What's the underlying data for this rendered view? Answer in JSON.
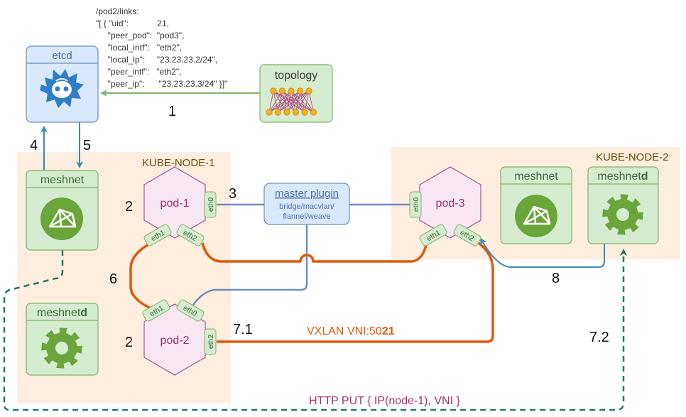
{
  "annotation": {
    "links_json": [
      "/pod2/links:",
      "\"[ { \"uid\":            21,",
      "     \"peer_pod\":  \"pod3\",",
      "     \"local_intf\":   \"eth2\",",
      "     \"local_ip\":     \"23.23.23.2/24\",",
      "     \"peer_intf\":   \"eth2\",",
      "     \"peer_ip\":      \"23.23.23.3/24\" }]\""
    ]
  },
  "etcd": {
    "label": "etcd",
    "icon": "etcd-icon"
  },
  "topology": {
    "label": "topology",
    "icon": "topology-graph-icon"
  },
  "nodes": {
    "node1": {
      "label": "KUBE-NODE-1"
    },
    "node2": {
      "label": "KUBE-NODE-2"
    }
  },
  "meshnet_cni_1": {
    "label": "meshnet",
    "icon": "meshnet-icon"
  },
  "meshnetd_1": {
    "label_base": "meshnet",
    "label_bold": "d",
    "icon": "gear-icon"
  },
  "meshnet_cni_2": {
    "label": "meshnet",
    "icon": "meshnet-icon"
  },
  "meshnetd_2": {
    "label_base": "meshnet",
    "label_bold": "d",
    "icon": "gear-icon"
  },
  "master_plugin": {
    "title": "master plugin",
    "lines": [
      "bridge/macvlan/",
      "flannel/weave"
    ]
  },
  "pods": {
    "pod1": {
      "label": "pod-1",
      "eth0": "eth0",
      "eth1": "eth1",
      "eth2": "eth2"
    },
    "pod2": {
      "label": "pod-2",
      "eth0": "eth0",
      "eth1": "eth1",
      "eth2": "eth2"
    },
    "pod3": {
      "label": "pod-3",
      "eth0": "eth0",
      "eth1": "eth1",
      "eth2": "eth2"
    }
  },
  "steps": {
    "s1": "1",
    "s2a": "2",
    "s2b": "2",
    "s3": "3",
    "s4": "4",
    "s5": "5",
    "s6": "6",
    "s71": "7.1",
    "s72": "7.2",
    "s8": "8"
  },
  "vxlan": {
    "label_base": "VXLAN VNI:50",
    "label_bold": "21"
  },
  "http_put": {
    "label": "HTTP PUT { IP(node-1), VNI }"
  },
  "colors": {
    "node_bg": "#fdeee0",
    "green_fill": "#d5ecd0",
    "green_stroke": "#82b366",
    "blue_fill": "#dae8fc",
    "blue_stroke": "#6c8ebf",
    "pod_fill": "#f8e7f3",
    "pod_stroke": "#a0589a",
    "orange": "#e05a0c",
    "arrow_blue": "#3a89bd",
    "arrow_green": "#82b366",
    "teal": "#1f7a6a",
    "icon_green": "#6aa53a",
    "icon_blue": "#2f7ec5",
    "magenta": "#a0326f",
    "node_label": "#6d4b00"
  }
}
